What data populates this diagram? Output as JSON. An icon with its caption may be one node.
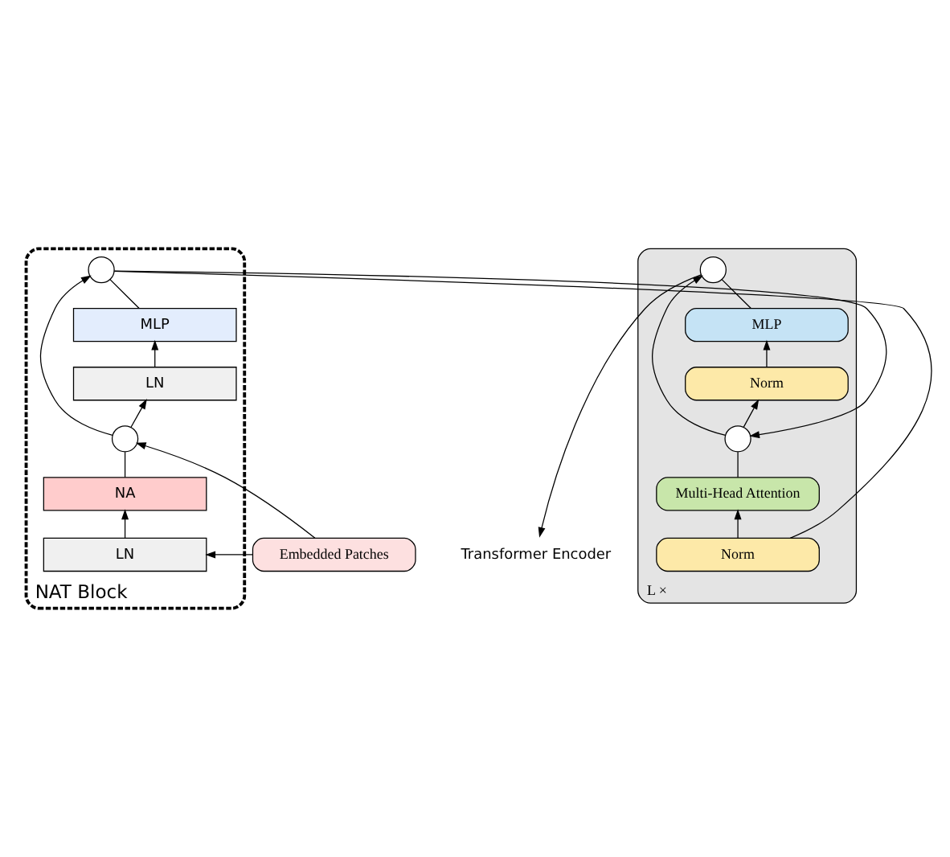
{
  "diagram": {
    "nodes": [
      {
        "text": [
          "NAT Block"
        ]
      },
      {
        "text": [],
        "shape": "circle",
        "in": 0
      },
      {
        "text": [
          "MLP"
        ],
        "in": 0
      },
      {
        "text": [
          "LN"
        ],
        "in": 0
      },
      {
        "text": [],
        "shape": "circle",
        "in": 0
      },
      {
        "text": [
          "NA"
        ],
        "in": 0
      },
      {
        "text": [
          "LN"
        ],
        "in": 0
      },
      {
        "text": [
          "Embedded Patches"
        ]
      },
      {
        "text": [
          "Transformer Encoder"
        ]
      },
      {
        "text": [
          "L ×"
        ]
      },
      {
        "text": [],
        "shape": "circle",
        "in": 9
      },
      {
        "text": [
          "MLP"
        ],
        "in": 9
      },
      {
        "text": [
          "Norm"
        ],
        "in": 9
      },
      {
        "text": [],
        "shape": "circle",
        "in": 9
      },
      {
        "text": [
          "Multi-Head Attention"
        ],
        "in": 9
      },
      {
        "text": [
          "Norm"
        ],
        "in": 9
      }
    ],
    "edges": [
      {
        "from": 7,
        "to": 6,
        "arrow": "to"
      },
      {
        "from": 7,
        "to": 4,
        "arrow": "to"
      },
      {
        "from": 6,
        "to": 5,
        "arrow": "to"
      },
      {
        "from": 5,
        "to": 4,
        "arrow": "none"
      },
      {
        "from": 4,
        "to": 3,
        "arrow": "to"
      },
      {
        "from": 4,
        "to": 1,
        "arrow": "to"
      },
      {
        "from": 3,
        "to": 2,
        "arrow": "to"
      },
      {
        "from": 2,
        "to": 1,
        "arrow": "none"
      },
      {
        "from": 1,
        "to": 15,
        "arrow": "none"
      },
      {
        "from": 1,
        "to": 13,
        "arrow": "to"
      },
      {
        "from": 15,
        "to": 14,
        "arrow": "to"
      },
      {
        "from": 14,
        "to": 13,
        "arrow": "none"
      },
      {
        "from": 13,
        "to": 12,
        "arrow": "to"
      },
      {
        "from": 13,
        "to": 10,
        "arrow": "to"
      },
      {
        "from": 12,
        "to": 11,
        "arrow": "to"
      },
      {
        "from": 11,
        "to": 10,
        "arrow": "none"
      },
      {
        "from": 10,
        "to": 8,
        "arrow": "to"
      }
    ]
  }
}
